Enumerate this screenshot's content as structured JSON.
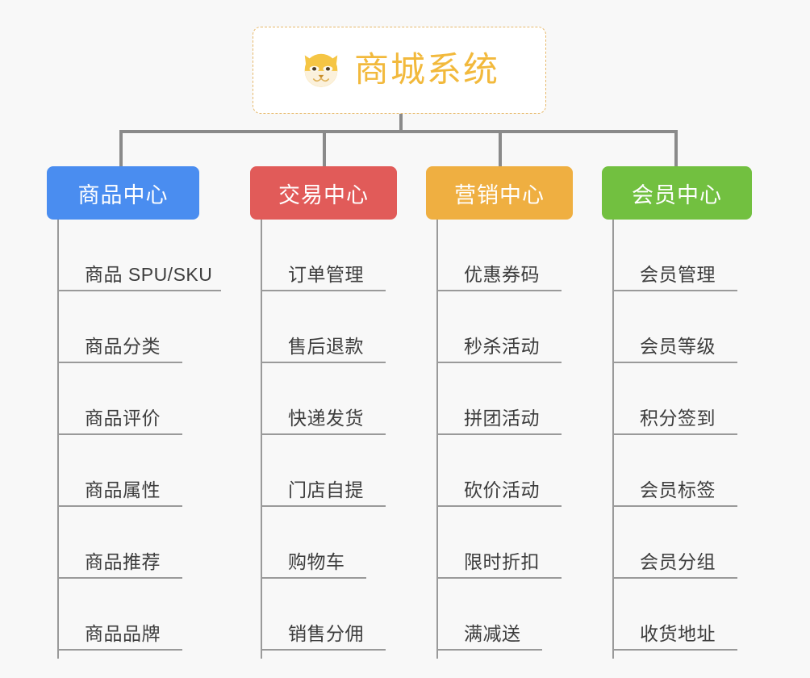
{
  "page": {
    "background_color": "#f8f8f8",
    "line_color": "#8a8a8a",
    "leaf_line_color": "#9a9a9a"
  },
  "root": {
    "title": "商城系统",
    "icon": "shiba-dog-face-icon",
    "text_color": "#f2b93c",
    "border_color": "#e7b96b",
    "background_color": "#ffffff"
  },
  "columns": [
    {
      "id": "product-center",
      "label": "商品中心",
      "color": "#4a8df0",
      "items": [
        {
          "label": "商品 SPU/SKU",
          "underline_width": 203
        },
        {
          "label": "商品分类",
          "underline_width": 155
        },
        {
          "label": "商品评价",
          "underline_width": 155
        },
        {
          "label": "商品属性",
          "underline_width": 155
        },
        {
          "label": "商品推荐",
          "underline_width": 155
        },
        {
          "label": "商品品牌",
          "underline_width": 155
        }
      ]
    },
    {
      "id": "trade-center",
      "label": "交易中心",
      "color": "#e15b59",
      "items": [
        {
          "label": "订单管理",
          "underline_width": 155
        },
        {
          "label": "售后退款",
          "underline_width": 155
        },
        {
          "label": "快递发货",
          "underline_width": 155
        },
        {
          "label": "门店自提",
          "underline_width": 155
        },
        {
          "label": "购物车",
          "underline_width": 131
        },
        {
          "label": "销售分佣",
          "underline_width": 155
        }
      ]
    },
    {
      "id": "marketing-center",
      "label": "营销中心",
      "color": "#efaf41",
      "items": [
        {
          "label": "优惠券码",
          "underline_width": 155
        },
        {
          "label": "秒杀活动",
          "underline_width": 155
        },
        {
          "label": "拼团活动",
          "underline_width": 155
        },
        {
          "label": "砍价活动",
          "underline_width": 155
        },
        {
          "label": "限时折扣",
          "underline_width": 155
        },
        {
          "label": "满减送",
          "underline_width": 131
        }
      ]
    },
    {
      "id": "member-center",
      "label": "会员中心",
      "color": "#72c040",
      "items": [
        {
          "label": "会员管理",
          "underline_width": 155
        },
        {
          "label": "会员等级",
          "underline_width": 155
        },
        {
          "label": "积分签到",
          "underline_width": 155
        },
        {
          "label": "会员标签",
          "underline_width": 155
        },
        {
          "label": "会员分组",
          "underline_width": 155
        },
        {
          "label": "收货地址",
          "underline_width": 155
        }
      ]
    }
  ]
}
